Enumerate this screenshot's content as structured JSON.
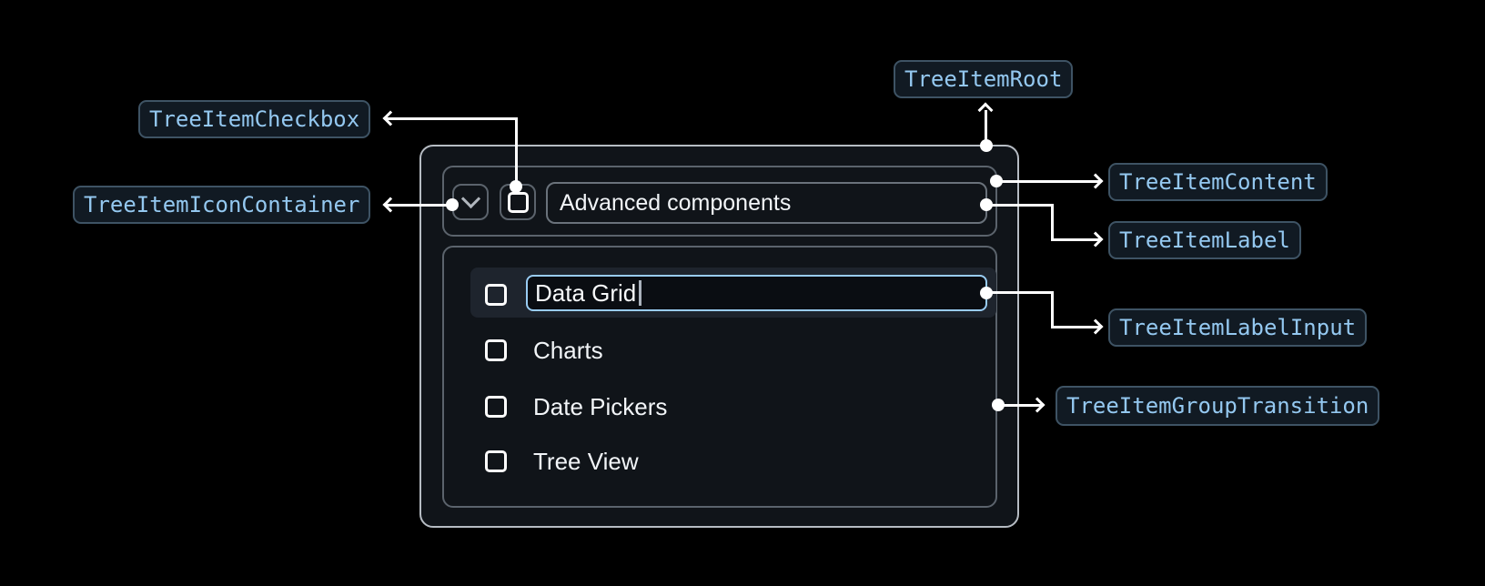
{
  "annotations": {
    "root": "TreeItemRoot",
    "content": "TreeItemContent",
    "label": "TreeItemLabel",
    "label_input": "TreeItemLabelInput",
    "group_transition": "TreeItemGroupTransition",
    "checkbox": "TreeItemCheckbox",
    "icon_container": "TreeItemIconContainer"
  },
  "tree": {
    "parent": {
      "label": "Advanced components",
      "expanded": true,
      "checked": false
    },
    "items": [
      {
        "label": "Data Grid",
        "state": "editing",
        "checked": false
      },
      {
        "label": "Charts",
        "checked": false
      },
      {
        "label": "Date Pickers",
        "checked": false
      },
      {
        "label": "Tree View",
        "checked": false
      }
    ]
  },
  "colors": {
    "background": "#000000",
    "panel_background": "#101419",
    "focus_ring": "#99ccf3",
    "row_highlight": "#1e242d",
    "annotation_text": "#94c8f0",
    "annotation_border": "#3e5364",
    "connector": "#ffffff"
  }
}
